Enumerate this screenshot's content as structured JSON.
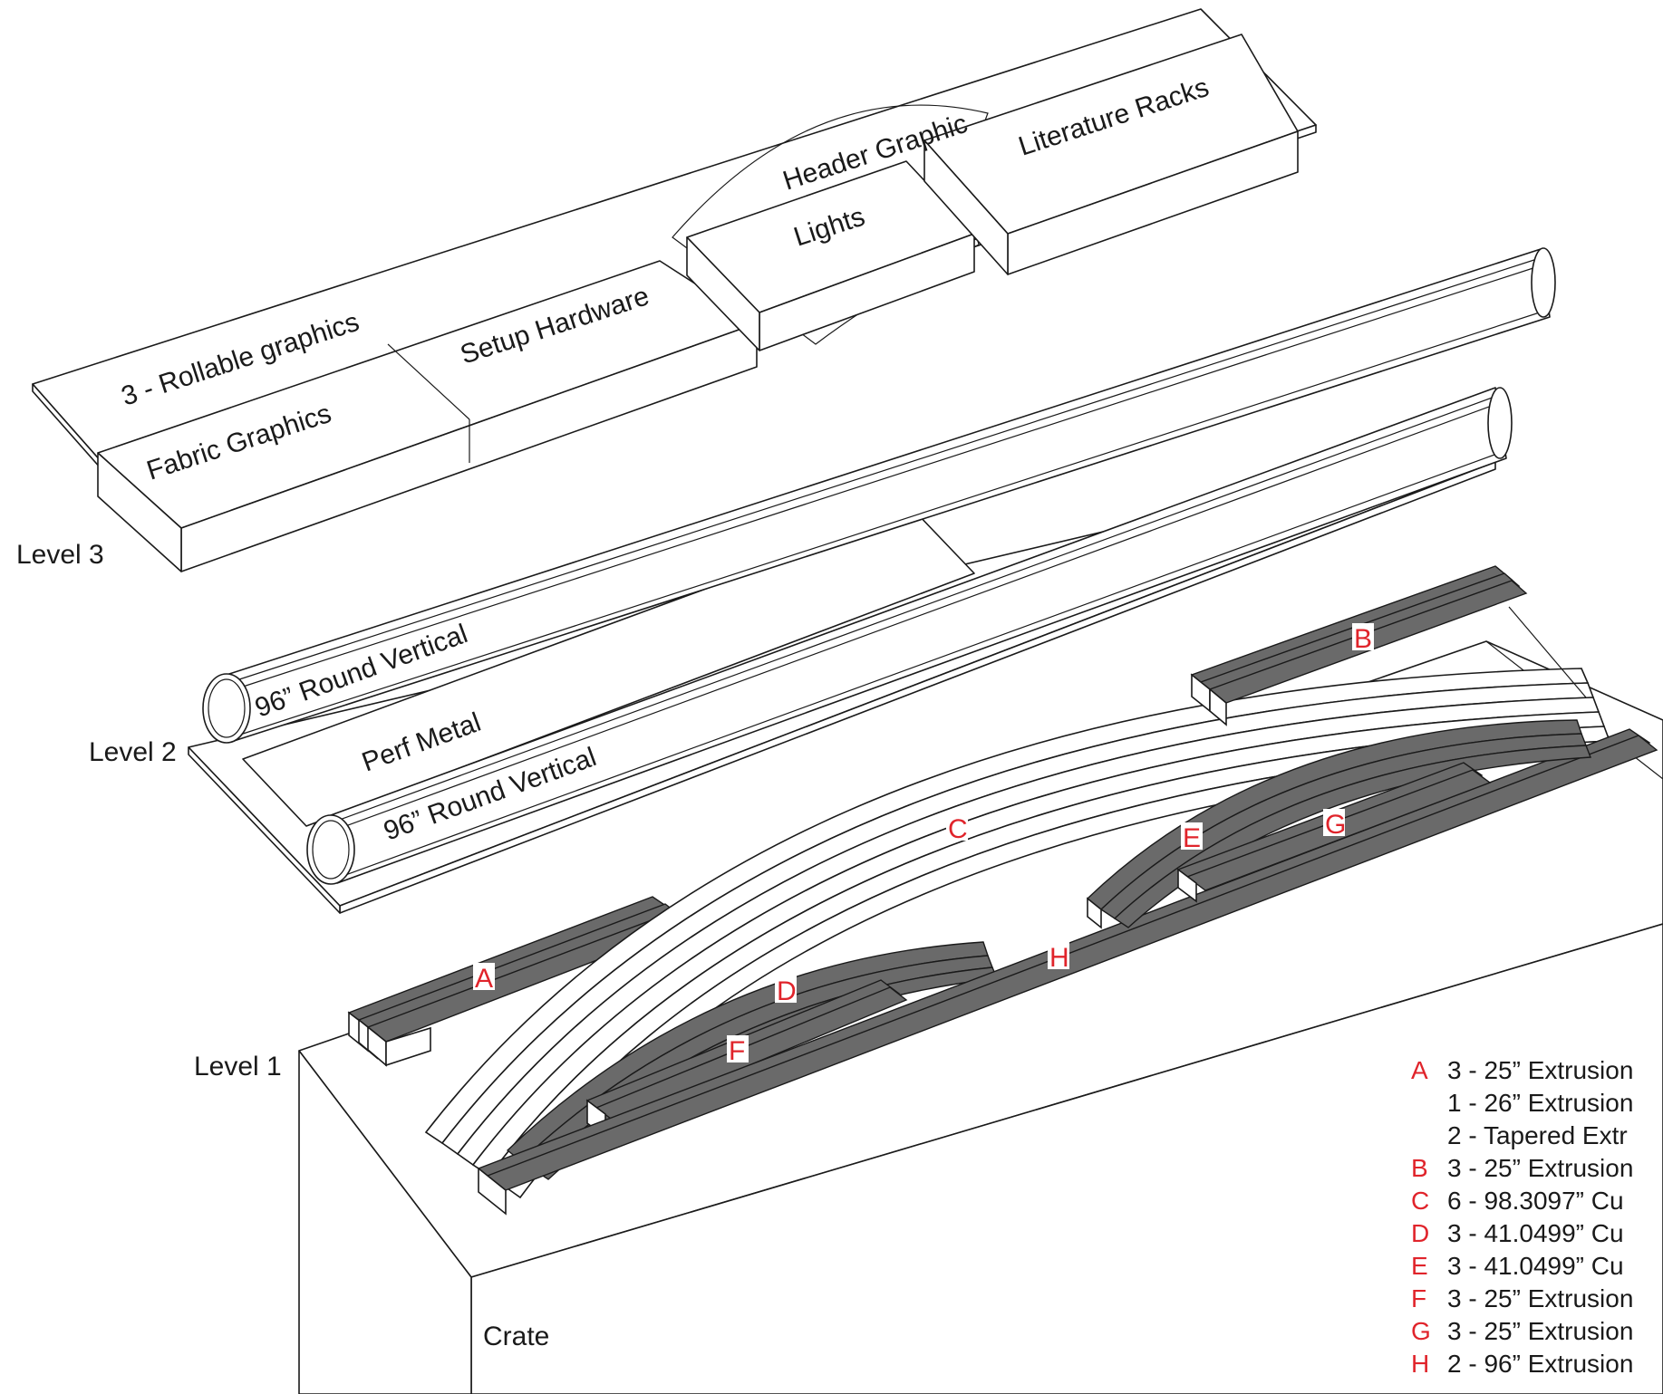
{
  "levels": {
    "level3": "Level 3",
    "level2": "Level 2",
    "level1": "Level 1",
    "crate": "Crate"
  },
  "level3_items": {
    "rollable": "3 - Rollable graphics",
    "fabric": "Fabric Graphics",
    "setup": "Setup Hardware",
    "lights": "Lights",
    "header": "Header Graphic",
    "literature": "Literature Racks"
  },
  "level2_items": {
    "round_vertical_1": "96” Round Vertical",
    "round_vertical_2": "96” Round Vertical",
    "perf_metal": "Perf Metal"
  },
  "callouts": {
    "a": "A",
    "b": "B",
    "c": "C",
    "d": "D",
    "e": "E",
    "f": "F",
    "g": "G",
    "h": "H"
  },
  "legend": [
    {
      "letter": "A",
      "text": "3 - 25” Extrusion"
    },
    {
      "letter": "",
      "text": "1 - 26” Extrusion"
    },
    {
      "letter": "",
      "text": "2 - Tapered Extr"
    },
    {
      "letter": "B",
      "text": "3 - 25” Extrusion"
    },
    {
      "letter": "C",
      "text": "6 - 98.3097” Cu"
    },
    {
      "letter": "D",
      "text": "3 - 41.0499” Cu"
    },
    {
      "letter": "E",
      "text": "3 - 41.0499” Cu"
    },
    {
      "letter": "F",
      "text": "3 - 25” Extrusion"
    },
    {
      "letter": "G",
      "text": "3 - 25” Extrusion"
    },
    {
      "letter": "H",
      "text": "2 - 96” Extrusion"
    }
  ],
  "colors": {
    "callout": "#e0242b",
    "line": "#1a1a1a",
    "extrusion_fill": "#6a6a6a"
  }
}
